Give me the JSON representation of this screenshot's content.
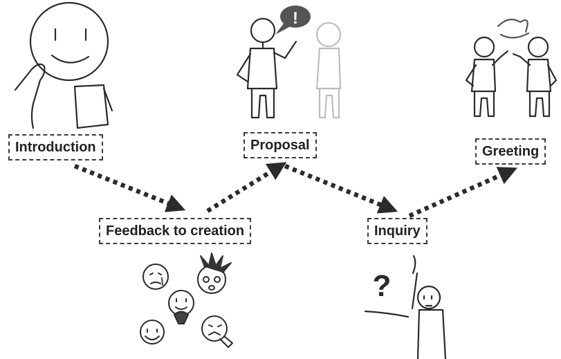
{
  "nodes": {
    "introduction": "Introduction",
    "proposal": "Proposal",
    "greeting": "Greeting",
    "feedback": "Feedback to creation",
    "inquiry": "Inquiry"
  },
  "symbols": {
    "exclamation": "!",
    "question": "?"
  },
  "colors": {
    "stroke": "#2a2a2a",
    "arrow": "#2b2b2b",
    "speech_bubble": "#555555",
    "faint_figure": "#bdbdbd"
  },
  "icons": [
    "smiley-holding-card-icon",
    "proposing-person-icon",
    "greeting-people-icon",
    "emotion-faces-icon",
    "confused-person-icon"
  ]
}
